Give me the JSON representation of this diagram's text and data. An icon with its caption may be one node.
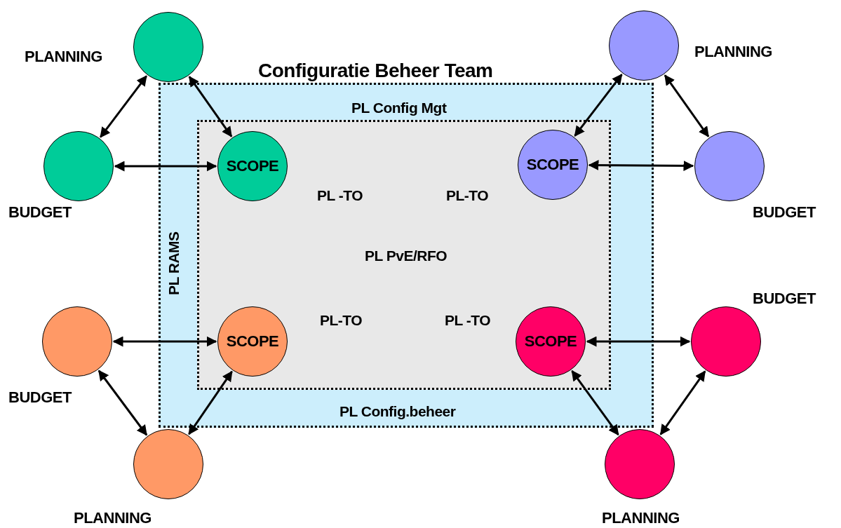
{
  "diagram": {
    "nodes": [
      {
        "text": [
          "Configuratie Beheer Team",
          "PL Config Mgt",
          "PL RAMS",
          "PL Config.beheer"
        ]
      },
      {
        "text": [
          "PL -TO",
          "PL-TO",
          "PL PvE/RFO",
          "PL-TO",
          "PL -TO"
        ],
        "in": 0
      },
      {
        "text": [],
        "shape": "circle",
        "beside": [
          "PLANNING"
        ]
      },
      {
        "text": [],
        "shape": "circle",
        "beside": [
          "PLANNING"
        ]
      },
      {
        "text": [],
        "shape": "circle",
        "beside": [
          "BUDGET"
        ]
      },
      {
        "text": [
          "SCOPE"
        ],
        "in": 1
      },
      {
        "text": [
          "SCOPE"
        ],
        "in": 1
      },
      {
        "text": [],
        "shape": "circle",
        "beside": [
          "BUDGET"
        ]
      },
      {
        "text": [],
        "shape": "circle",
        "beside": [
          "BUDGET"
        ]
      },
      {
        "text": [
          "SCOPE"
        ],
        "in": 1
      },
      {
        "text": [
          "SCOPE"
        ],
        "in": 1
      },
      {
        "text": [],
        "shape": "circle",
        "beside": [
          "BUDGET"
        ]
      },
      {
        "text": [],
        "shape": "circle",
        "beside": [
          "PLANNING"
        ]
      },
      {
        "text": [],
        "shape": "circle",
        "beside": [
          "PLANNING"
        ]
      }
    ],
    "edges": [
      {
        "from": 2,
        "to": 4,
        "arrow": "both"
      },
      {
        "from": 2,
        "to": 5,
        "arrow": "both"
      },
      {
        "from": 4,
        "to": 5,
        "arrow": "both"
      },
      {
        "from": 3,
        "to": 6,
        "arrow": "both"
      },
      {
        "from": 3,
        "to": 7,
        "arrow": "both"
      },
      {
        "from": 6,
        "to": 7,
        "arrow": "both"
      },
      {
        "from": 8,
        "to": 9,
        "arrow": "both"
      },
      {
        "from": 8,
        "to": 12,
        "arrow": "both"
      },
      {
        "from": 9,
        "to": 12,
        "arrow": "both"
      },
      {
        "from": 10,
        "to": 11,
        "arrow": "both"
      },
      {
        "from": 11,
        "to": 13,
        "arrow": "both"
      },
      {
        "from": 10,
        "to": 13,
        "arrow": "both"
      }
    ]
  }
}
